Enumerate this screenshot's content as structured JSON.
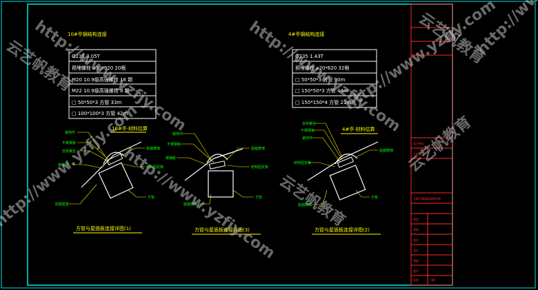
{
  "left_section": {
    "title": "10#亭钢结构连接",
    "table_rows": [
      "Q235      3.05T",
      "预埋螺栓 ⌀30*920   20根",
      "M20 10.9级高强螺栓  16 颗",
      "M22 10.9级高强螺栓  8 颗",
      "□ 50*50*3 方管   33m",
      "□ 100*100*3 方管   42m"
    ]
  },
  "right_section": {
    "title": "4#亭钢结构连接",
    "table_rows": [
      "Q235       1.43T",
      "预埋螺栓 ⌀20*620   32根",
      "□ 50*50*3 方管   90m",
      "□ 150*50*3 方管   44m",
      "□ 150*150*4 方管   21m"
    ]
  },
  "detail_titles": {
    "d1": "10#亭·材料估算",
    "d3": "4#亭·材料估算"
  },
  "labels": {
    "d1": [
      "装饰件",
      "不锈钢板",
      "自攻螺丝",
      "玻璃胶",
      "屋面玻璃",
      "结构固定板",
      "防腐胶垫",
      "方管"
    ],
    "d2": [
      "装饰件",
      "不锈钢板",
      "玻璃胶",
      "屋面玻璃",
      "结构固定板",
      "屋面玻璃",
      "方管"
    ],
    "d3": [
      "自攻螺丝",
      "不锈钢板",
      "装饰件",
      "屋面玻璃",
      "结构固定板",
      "屋面玻璃",
      "方管"
    ]
  },
  "captions": {
    "c1": "方管与屋面板连接详图(1)",
    "c2": "方管与屋面板连接详图(3)",
    "c3": "方管与屋面板连接详图(2)"
  },
  "title_block": {
    "label_a": "设计单位",
    "label_b": "工程名称",
    "drawing_name": "方管与屋面板连接详图",
    "rows": [
      "审定",
      "审核",
      "校对",
      "设计",
      "制图",
      "图号",
      "比例",
      "日期"
    ]
  },
  "watermark": {
    "url": "http://www.yzfjy.com",
    "brand": "云艺帆教育"
  },
  "colors": {
    "frame": "#00e5e5",
    "table_border": "#ffffff",
    "label": "#00ff00",
    "leader": "#ffff00",
    "title_text": "#ffff00",
    "title_block": "#ff2a2a",
    "watermark": "#bfbfbf"
  }
}
